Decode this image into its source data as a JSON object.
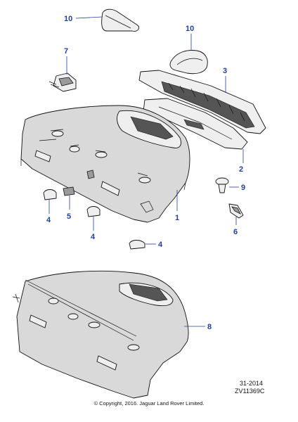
{
  "callouts": {
    "c1": "1",
    "c2": "2",
    "c3": "3",
    "c4a": "4",
    "c4b": "4",
    "c4c": "4",
    "c5": "5",
    "c6": "6",
    "c7": "7",
    "c8": "8",
    "c9": "9",
    "c10a": "10",
    "c10b": "10"
  },
  "footer": {
    "ref_code": "31-2014",
    "drawing_id": "ZV11369C",
    "copyright": "© Copyright, 2016. Jaguar Land Rover Limited."
  },
  "colors": {
    "callout": "#1f3fa8",
    "part_fill": "#d9d9d9",
    "outline": "#111111"
  }
}
